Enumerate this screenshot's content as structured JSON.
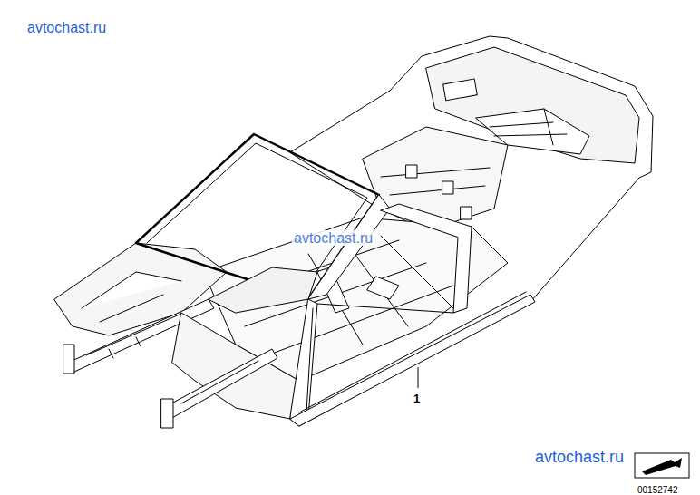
{
  "diagram": {
    "labels": [
      "avtochast.ru",
      "avtochast.ru",
      "1",
      "avtochast.ru",
      "00152742"
    ]
  }
}
